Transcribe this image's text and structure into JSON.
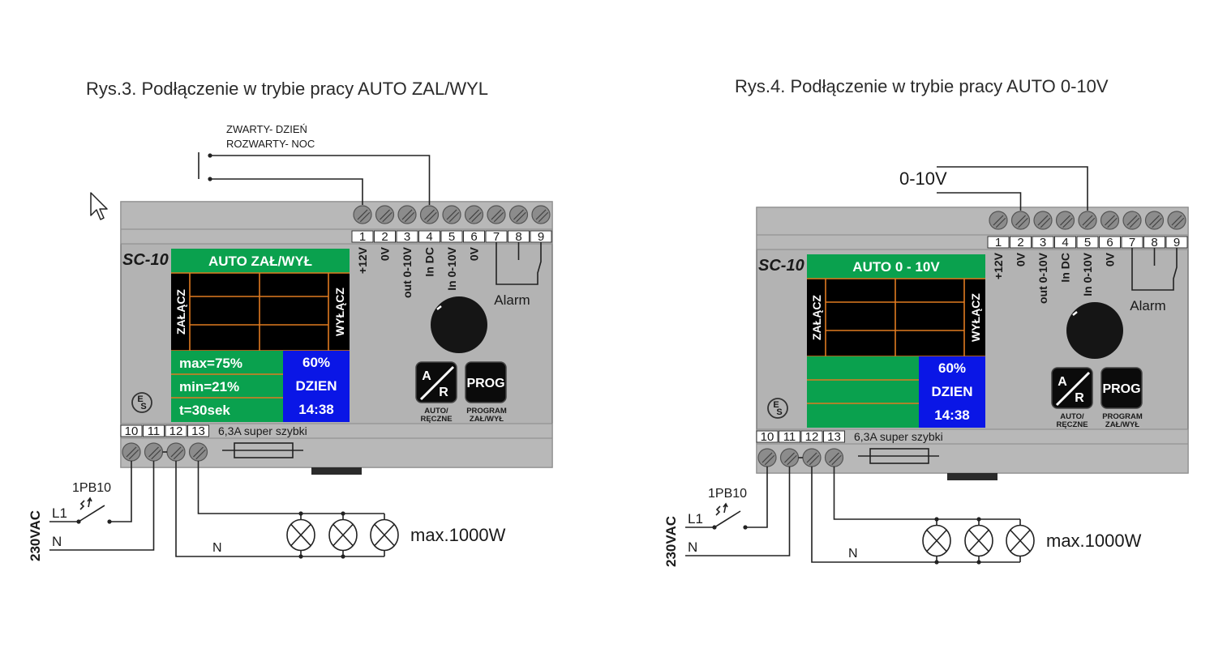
{
  "diagrams": [
    {
      "id": "rys3",
      "title": "Rys.3. Podłączenie w trybie pracy AUTO ZAL/WYL",
      "input_note_lines": [
        "ZWARTY- DZIEŃ",
        "ROZWARTY- NOC"
      ],
      "input_label": "",
      "model": "SC-10",
      "lcd_header": "AUTO ZAŁ/WYŁ",
      "lcd_left": "ZAŁĄCZ",
      "lcd_right": "WYŁĄCZ",
      "lcd_params": [
        "max=75%",
        "min=21%",
        "t=30sek"
      ],
      "lcd_status": [
        "60%",
        "DZIEN",
        "14:38"
      ],
      "top_terminals": [
        "1",
        "2",
        "3",
        "4",
        "5",
        "6",
        "7",
        "8",
        "9"
      ],
      "terminal_functions": [
        "+12V",
        "0V",
        "out 0-10V",
        "In DC",
        "In 0-10V",
        "0V"
      ],
      "alarm_label": "Alarm",
      "bottom_terminals": [
        "10",
        "11",
        "12",
        "13"
      ],
      "fuse_label": "6,3A super szybki",
      "button_ar": {
        "top": "A",
        "bottom": "R",
        "caption": [
          "AUTO/",
          "RĘCZNE"
        ]
      },
      "button_prog": {
        "label": "PROG",
        "caption": [
          "PROGRAM",
          "ZAŁ/WYŁ"
        ]
      },
      "logo": "ES",
      "supply_label": "230VAC",
      "line_label": "L1",
      "neutral_label": "N",
      "load_neutral_label": "N",
      "switch_label": "1PB10",
      "load_label": "max.1000W",
      "lamp_count": 3
    },
    {
      "id": "rys4",
      "title": "Rys.4. Podłączenie w trybie pracy AUTO 0-10V",
      "input_note_lines": [],
      "input_label": "0-10V",
      "model": "SC-10",
      "lcd_header": "AUTO  0 - 10V",
      "lcd_left": "ZAŁĄCZ",
      "lcd_right": "WYŁĄCZ",
      "lcd_params": [
        "",
        "",
        ""
      ],
      "lcd_status": [
        "60%",
        "DZIEN",
        "14:38"
      ],
      "top_terminals": [
        "1",
        "2",
        "3",
        "4",
        "5",
        "6",
        "7",
        "8",
        "9"
      ],
      "terminal_functions": [
        "+12V",
        "0V",
        "out 0-10V",
        "In DC",
        "In 0-10V",
        "0V"
      ],
      "alarm_label": "Alarm",
      "bottom_terminals": [
        "10",
        "11",
        "12",
        "13"
      ],
      "fuse_label": "6,3A super szybki",
      "button_ar": {
        "top": "A",
        "bottom": "R",
        "caption": [
          "AUTO/",
          "RĘCZNE"
        ]
      },
      "button_prog": {
        "label": "PROG",
        "caption": [
          "PROGRAM",
          "ZAŁ/WYŁ"
        ]
      },
      "logo": "ES",
      "supply_label": "230VAC",
      "line_label": "L1",
      "neutral_label": "N",
      "load_neutral_label": "N",
      "switch_label": "1PB10",
      "load_label": "max.1000W",
      "lamp_count": 3
    }
  ],
  "colors": {
    "lcd_green": "#0aa14e",
    "lcd_blue": "#0a16e6",
    "lcd_grid": "#e07a20",
    "device_gray": "#b3b3b3"
  },
  "cursor": "arrow-pointer"
}
